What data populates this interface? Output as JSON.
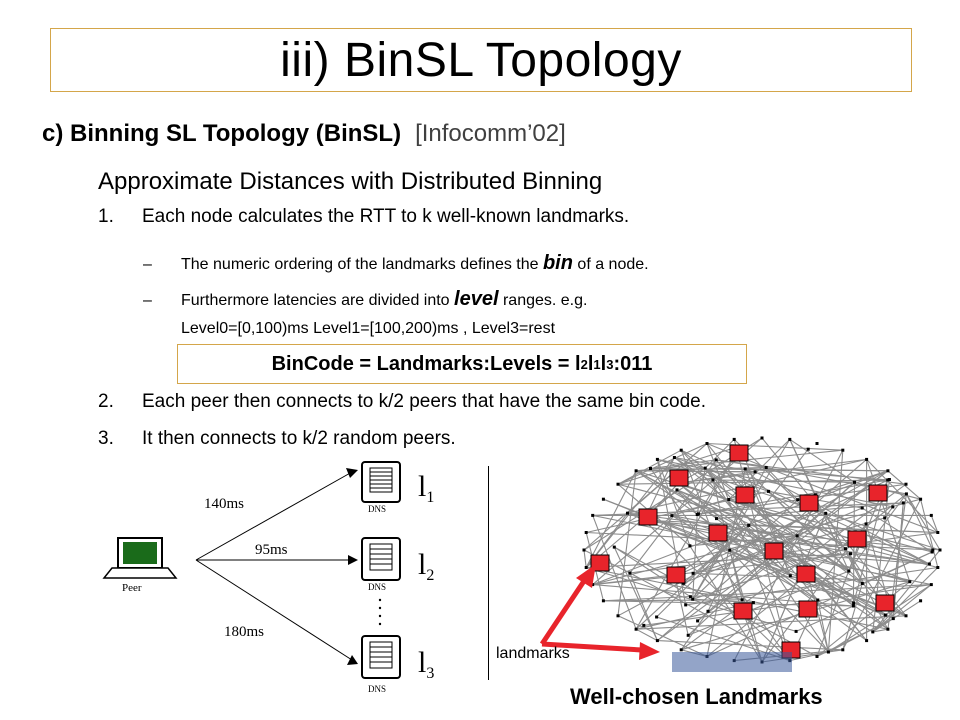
{
  "title": "iii) BinSL Topology",
  "subtitle": {
    "main": "c) Binning SL Topology (BinSL)",
    "ref": "[Infocomm’02]"
  },
  "heading": "Approximate Distances with Distributed Binning",
  "items": [
    {
      "num": "1.",
      "text": "Each node calculates the RTT to k well-known landmarks."
    },
    {
      "num": "2.",
      "text": "Each peer then connects to k/2 peers that have the same bin code."
    },
    {
      "num": "3.",
      "text": "It then connects to k/2 random peers."
    }
  ],
  "subitems": {
    "a_pre": "The numeric ordering of the landmarks defines the ",
    "a_em": "bin",
    "a_post": " of a node.",
    "b_pre": "Furthermore latencies are divided into ",
    "b_em": "level",
    "b_post": " ranges. e.g.",
    "b_line2": "Level0=[0,100)ms  Level1=[100,200)ms , Level3=rest",
    "dash": "–"
  },
  "bincode": {
    "prefix": "BinCode = Landmarks:Levels = l",
    "s1": "2",
    "m1": "l",
    "s2": "1",
    "m2": "l",
    "s3": "3",
    "suffix": ":011"
  },
  "diagram": {
    "peer_label": "Peer",
    "dns_label": "DNS",
    "edges": [
      "140ms",
      "95ms",
      "180ms"
    ],
    "landmarks": [
      "l1",
      "l2",
      "l3"
    ],
    "landmark_letter": "l",
    "landmark_subs": [
      "1",
      "2",
      "3"
    ]
  },
  "landmarks_label": "landmarks",
  "caption": "Well-chosen Landmarks",
  "colors": {
    "landmark": "#e8242b",
    "edges": "#8c8c8c",
    "arrow": "#e8242b",
    "frame": "#d4a64a"
  }
}
